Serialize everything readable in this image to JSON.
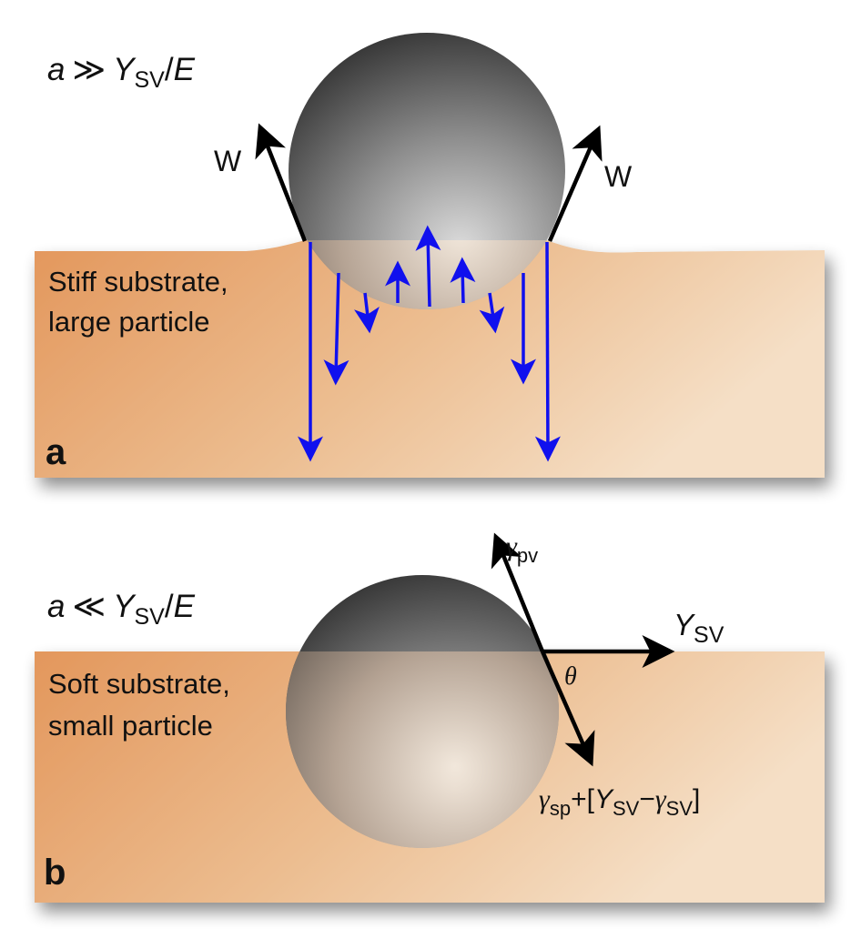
{
  "panel_a": {
    "letter": "a",
    "condition": {
      "a": "a",
      "op": "≫",
      "Y": "Y",
      "sub": "SV",
      "slash": "/",
      "E": "E"
    },
    "substrate_line1": "Stiff substrate,",
    "substrate_line2": "large particle",
    "force_left": "W",
    "force_right": "W"
  },
  "panel_b": {
    "letter": "b",
    "condition": {
      "a": "a",
      "op": "≪",
      "Y": "Y",
      "sub": "SV",
      "slash": "/",
      "E": "E"
    },
    "substrate_line1": "Soft substrate,",
    "substrate_line2": "small particle",
    "gamma_pv": {
      "sym": "γ",
      "sub": "pv"
    },
    "Y_sv": {
      "sym": "Y",
      "sub": "SV"
    },
    "theta": "θ",
    "bottom_label": {
      "g1": "γ",
      "s1": "sp",
      "plus": "+[",
      "Y": "Y",
      "s2": "SV",
      "minus": "−",
      "g2": "γ",
      "s3": "SV",
      "close": "]"
    }
  },
  "colors": {
    "substrate_dark": "#e09a62",
    "substrate_light": "#f3dcc0",
    "stress_arrow": "#1010ee",
    "force_arrow": "#000000"
  }
}
